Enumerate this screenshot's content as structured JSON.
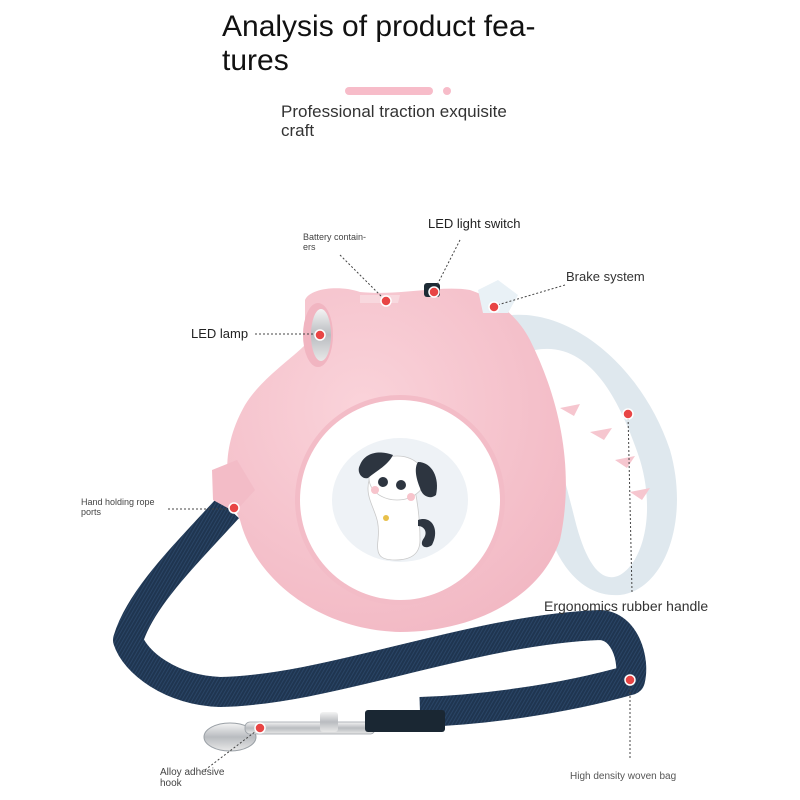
{
  "header": {
    "title": "Analysis of product features",
    "title_line1": "Analysis of product fea-",
    "title_line2": "tures",
    "subtitle_line1": "Professional traction exquisite",
    "subtitle_line2": "craft",
    "accent_color": "#f7bcc9"
  },
  "product": {
    "name": "Retractable dog leash",
    "body_color": "#f6c6cf",
    "handle_color": "#dfe8ee",
    "strap_color": "#1f3550",
    "marker_color": "#e84545"
  },
  "callouts": [
    {
      "id": "battery",
      "label_line1": "Battery contain-",
      "label_line2": "ers"
    },
    {
      "id": "led-switch",
      "label": "LED light switch"
    },
    {
      "id": "brake",
      "label": "Brake system"
    },
    {
      "id": "led-lamp",
      "label": "LED lamp"
    },
    {
      "id": "rope-port",
      "label_line1": "Hand holding rope",
      "label_line2": "ports"
    },
    {
      "id": "handle",
      "label": "Ergonomics rubber handle"
    },
    {
      "id": "hook",
      "label_line1": "Alloy adhesive",
      "label_line2": "hook"
    },
    {
      "id": "woven",
      "label": "High density woven bag"
    }
  ]
}
